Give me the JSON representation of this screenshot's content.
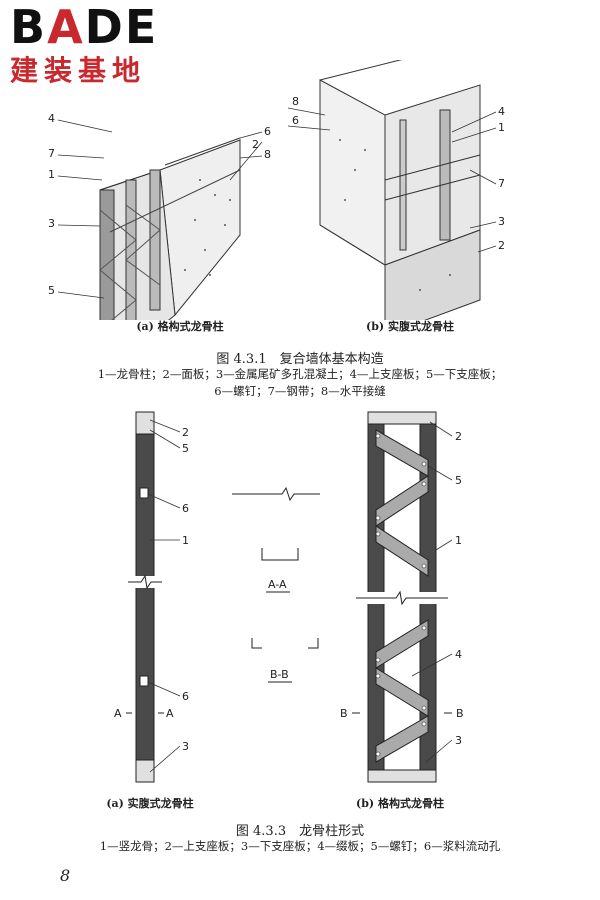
{
  "logo": {
    "word_prefix": "B",
    "word_accent": "A",
    "word_suffix": "DE",
    "subtitle": "建装基地"
  },
  "figure1": {
    "sub_a": "(a) 格构式龙骨柱",
    "sub_b": "(b) 实腹式龙骨柱",
    "title": "图 4.3.1　复合墙体基本构造",
    "legend_line1": "1—龙骨柱；2—面板；3—金属尾矿多孔混凝土；4—上支座板；5—下支座板；",
    "legend_line2": "6—螺钉；7—钢带；8—水平接缝",
    "labels_a": [
      "6",
      "8",
      "4",
      "2",
      "7",
      "1",
      "3",
      "5"
    ],
    "labels_b": [
      "8",
      "6",
      "4",
      "1",
      "7",
      "3",
      "2"
    ]
  },
  "figure2": {
    "sub_a": "(a) 实腹式龙骨柱",
    "sub_b": "(b) 格构式龙骨柱",
    "title": "图 4.3.3　龙骨柱形式",
    "legend": "1—竖龙骨；2—上支座板；3—下支座板；4—缀板；5—螺钉；6—浆料流动孔",
    "labels_a": [
      "2",
      "5",
      "6",
      "1",
      "6",
      "3"
    ],
    "labels_b": [
      "2",
      "5",
      "1",
      "4",
      "3"
    ],
    "section_aa": "A-A",
    "section_bb": "B-B",
    "cut_a": "A",
    "cut_b": "B"
  },
  "page_number": "8"
}
